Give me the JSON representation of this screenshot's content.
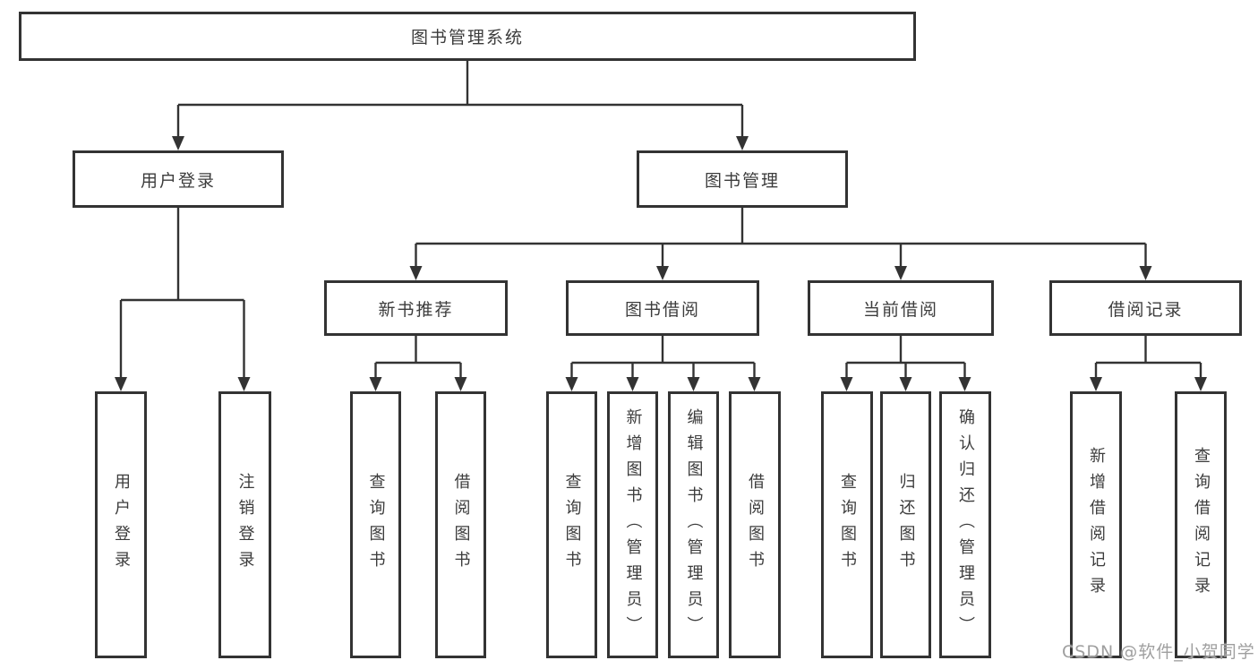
{
  "tree": {
    "label": "图书管理系统",
    "children": [
      {
        "label": "用户登录",
        "children": [
          {
            "label": "用户登录"
          },
          {
            "label": "注销登录"
          }
        ]
      },
      {
        "label": "图书管理",
        "children": [
          {
            "label": "新书推荐",
            "children": [
              {
                "label": "查询图书"
              },
              {
                "label": "借阅图书"
              }
            ]
          },
          {
            "label": "图书借阅",
            "children": [
              {
                "label": "查询图书"
              },
              {
                "label": "新增图书（管理员）"
              },
              {
                "label": "编辑图书（管理员）"
              },
              {
                "label": "借阅图书"
              }
            ]
          },
          {
            "label": "当前借阅",
            "children": [
              {
                "label": "查询图书"
              },
              {
                "label": "归还图书"
              },
              {
                "label": "确认归还（管理员）"
              }
            ]
          },
          {
            "label": "借阅记录",
            "children": [
              {
                "label": "新增借阅记录"
              },
              {
                "label": "查询借阅记录"
              }
            ]
          }
        ]
      }
    ]
  },
  "watermark": {
    "text": "CSDN @软件_小贺同学"
  },
  "colors": {
    "line": "#333333",
    "text": "#3c3c3c",
    "background": "#ffffff",
    "watermark": "#9f9f9f"
  }
}
